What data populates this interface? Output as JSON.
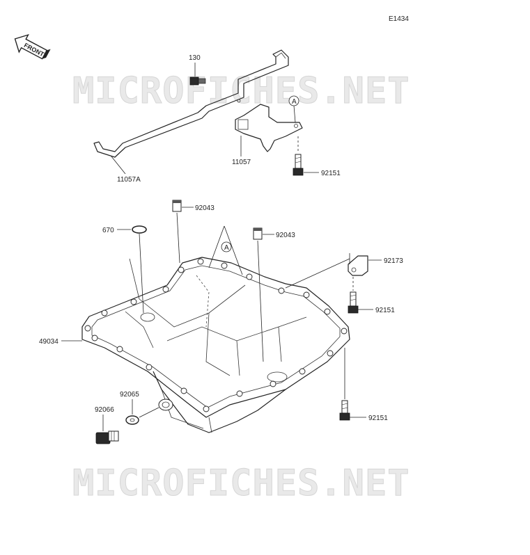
{
  "diagram_code": "E1434",
  "direction_tag": "FRONT",
  "watermark": "MICROFICHES.NET",
  "ref_marker": "A",
  "parts": {
    "p130": "130",
    "p11057A": "11057A",
    "p11057": "11057",
    "p92151_top": "92151",
    "p92043_left": "92043",
    "p92043_right": "92043",
    "p670": "670",
    "p92173": "92173",
    "p92151_mid": "92151",
    "p49034": "49034",
    "p92065": "92065",
    "p92066": "92066",
    "p92151_bottom": "92151"
  }
}
